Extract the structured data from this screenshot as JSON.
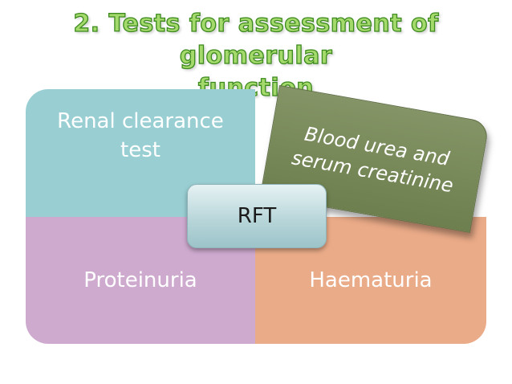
{
  "title": {
    "line1": "2. Tests for assessment of glomerular",
    "line2": "function"
  },
  "quadrants": {
    "top_left": {
      "line1": "Renal clearance",
      "line2": "test"
    },
    "top_right": {
      "line1": "Blood urea and",
      "line2": "serum creatinine"
    },
    "bottom_left": {
      "label": "Proteinuria"
    },
    "bottom_right": {
      "label": "Haematuria"
    }
  },
  "center": {
    "label": "RFT"
  },
  "colors": {
    "title_fill": "#a4d96c",
    "title_outline": "#3d8a1e",
    "top_left": "#99cfd3",
    "top_right": "#768a57",
    "bottom_left": "#ceaacf",
    "bottom_right": "#eaab88",
    "center": "#b5d4d8"
  }
}
